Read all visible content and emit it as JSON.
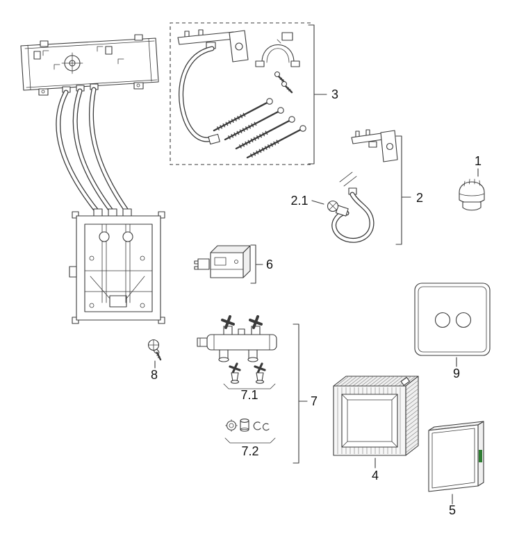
{
  "diagram": {
    "type": "exploded-parts-diagram"
  },
  "colors": {
    "line": "#3a3a3a",
    "label": "#111111",
    "accent": "#2e7d32",
    "background": "#ffffff"
  },
  "labels": {
    "part_1": "1",
    "part_2": "2",
    "part_2_1": "2.1",
    "part_3": "3",
    "part_4": "4",
    "part_5": "5",
    "part_6": "6",
    "part_7": "7",
    "part_7_1": "7.1",
    "part_7_2": "7.2",
    "part_8": "8",
    "part_9": "9"
  }
}
